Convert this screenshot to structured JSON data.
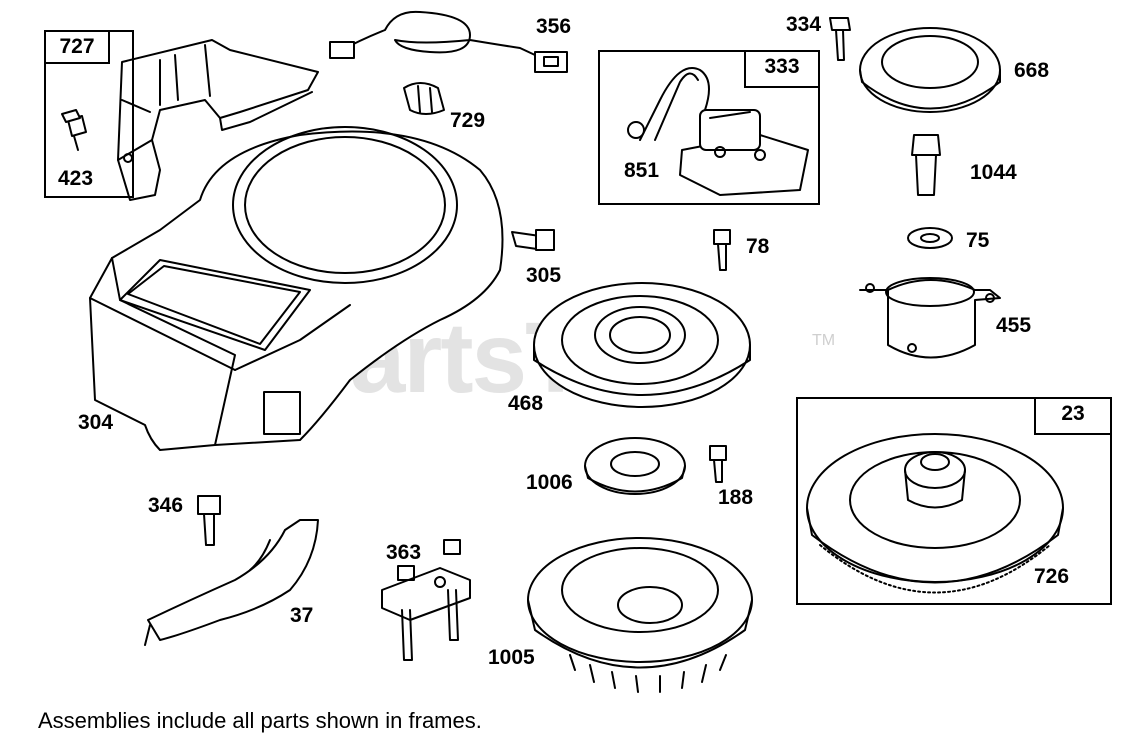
{
  "watermark": {
    "brand": "PartsTree",
    "trademark": "TM"
  },
  "footer_note": "Assemblies include all parts shown in frames.",
  "frames": {
    "f727": {
      "number": "727"
    },
    "f333": {
      "number": "333"
    },
    "f23": {
      "number": "23"
    }
  },
  "parts": {
    "p423": "423",
    "p356": "356",
    "p729": "729",
    "p851": "851",
    "p334": "334",
    "p668": "668",
    "p1044": "1044",
    "p75": "75",
    "p78": "78",
    "p305": "305",
    "p455": "455",
    "p304": "304",
    "p468": "468",
    "p1006": "1006",
    "p188": "188",
    "p726": "726",
    "p346": "346",
    "p363": "363",
    "p37": "37",
    "p1005": "1005"
  }
}
